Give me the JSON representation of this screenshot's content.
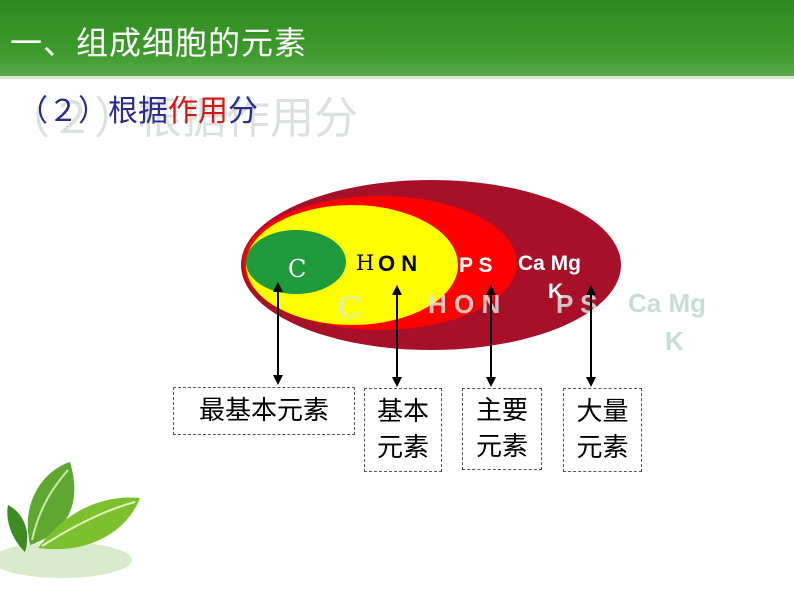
{
  "header": {
    "title": "一、组成细胞的元素"
  },
  "subtitle": {
    "part1": "（２）根据",
    "part2": "作用",
    "part3": "分"
  },
  "ghost": {
    "subtitle": "（２）根据作用分",
    "c": "C",
    "hon": "H O N",
    "ps": "P S",
    "camg": "Ca Mg",
    "k": "K"
  },
  "diagram": {
    "labels": {
      "c": "C",
      "h": "H",
      "on": "O N",
      "ps": "P S",
      "camg": "Ca Mg",
      "k": "K"
    },
    "boxes": {
      "most_basic": "最基本元素",
      "basic_l1": "基本",
      "basic_l2": "元素",
      "major_l1": "主要",
      "major_l2": "元素",
      "macro_l1": "大量",
      "macro_l2": "元素"
    }
  },
  "colors": {
    "header": "#3a9428",
    "outer": "#a8102a",
    "middle": "#ff0000",
    "inner": "#ffff00",
    "core": "#1f9a3c",
    "subtitle_blue": "#2e2a8c",
    "subtitle_red": "#d01818"
  },
  "icons": {
    "decoration": "green-leaf-icon"
  }
}
